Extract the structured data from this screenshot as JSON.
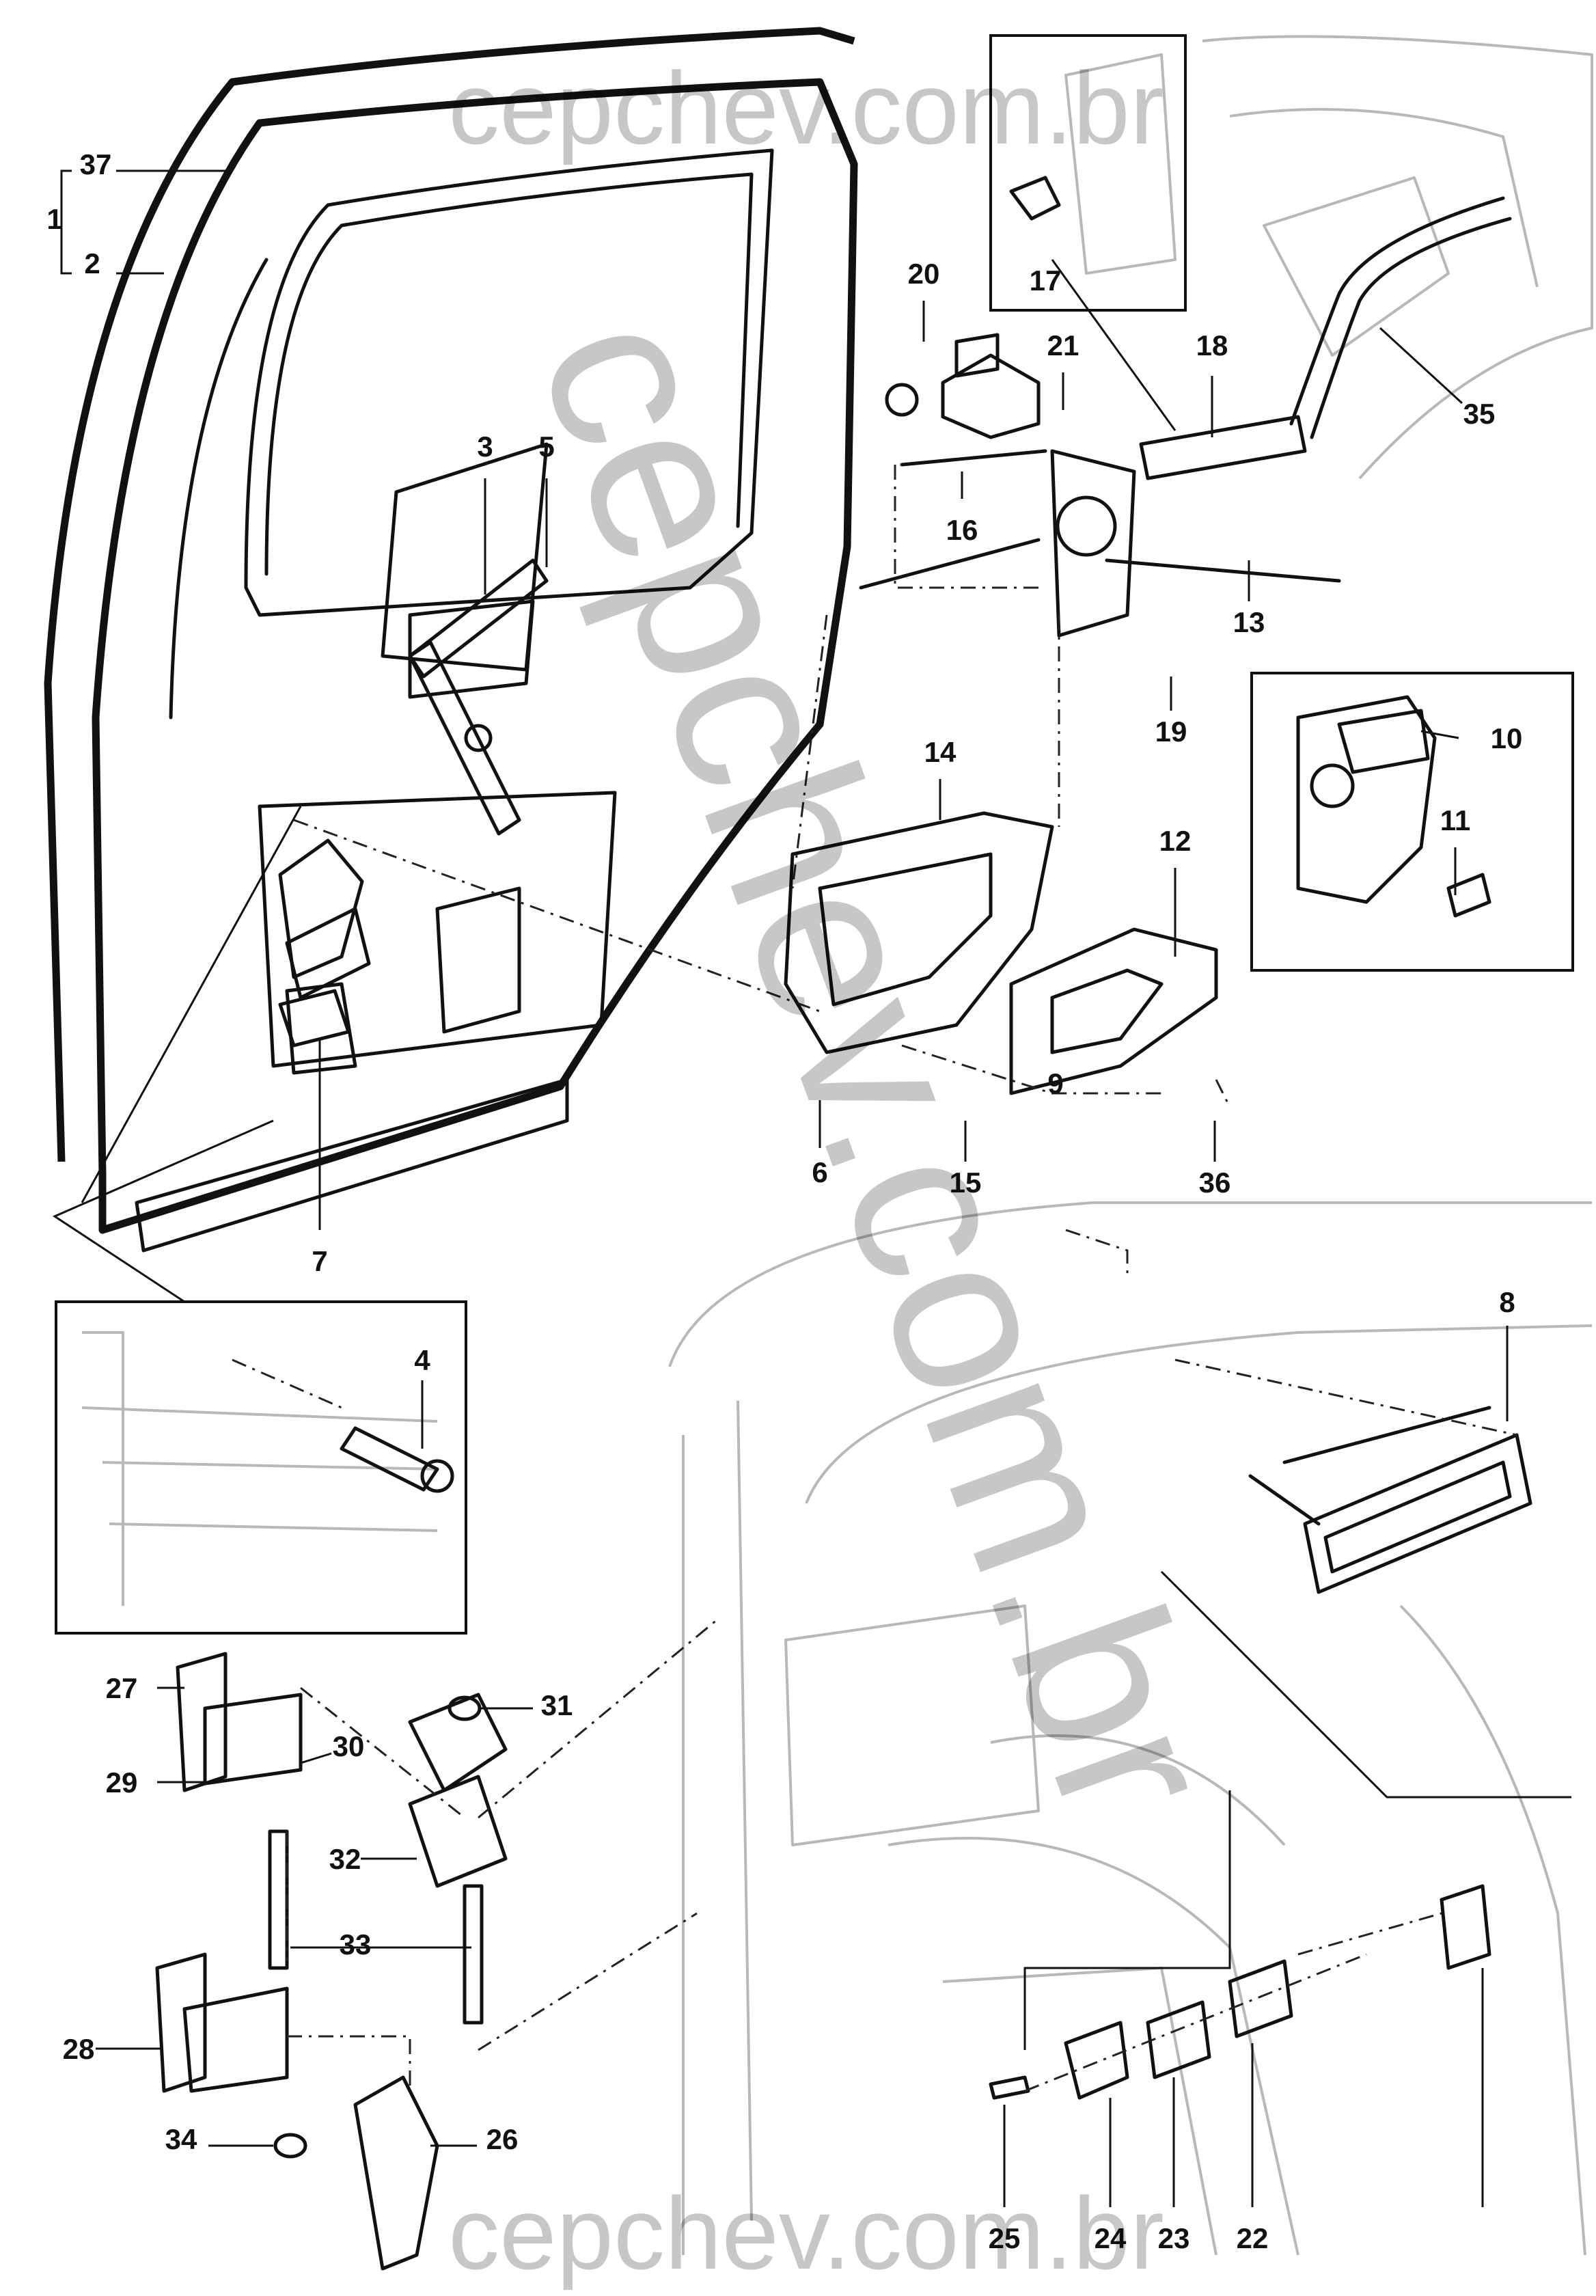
{
  "diagram": {
    "callouts": [
      "37",
      "1",
      "2",
      "3",
      "5",
      "20",
      "21",
      "17",
      "18",
      "35",
      "16",
      "13",
      "19",
      "10",
      "11",
      "14",
      "12",
      "6",
      "15",
      "36",
      "9",
      "7",
      "8",
      "4",
      "27",
      "29",
      "30",
      "31",
      "32",
      "33",
      "28",
      "34",
      "26",
      "25",
      "24",
      "23",
      "22"
    ]
  },
  "watermarks": {
    "top": "cepchev.com.br",
    "diagonal": "cepchev.com.br",
    "bottom": "cepchev.com.br"
  }
}
